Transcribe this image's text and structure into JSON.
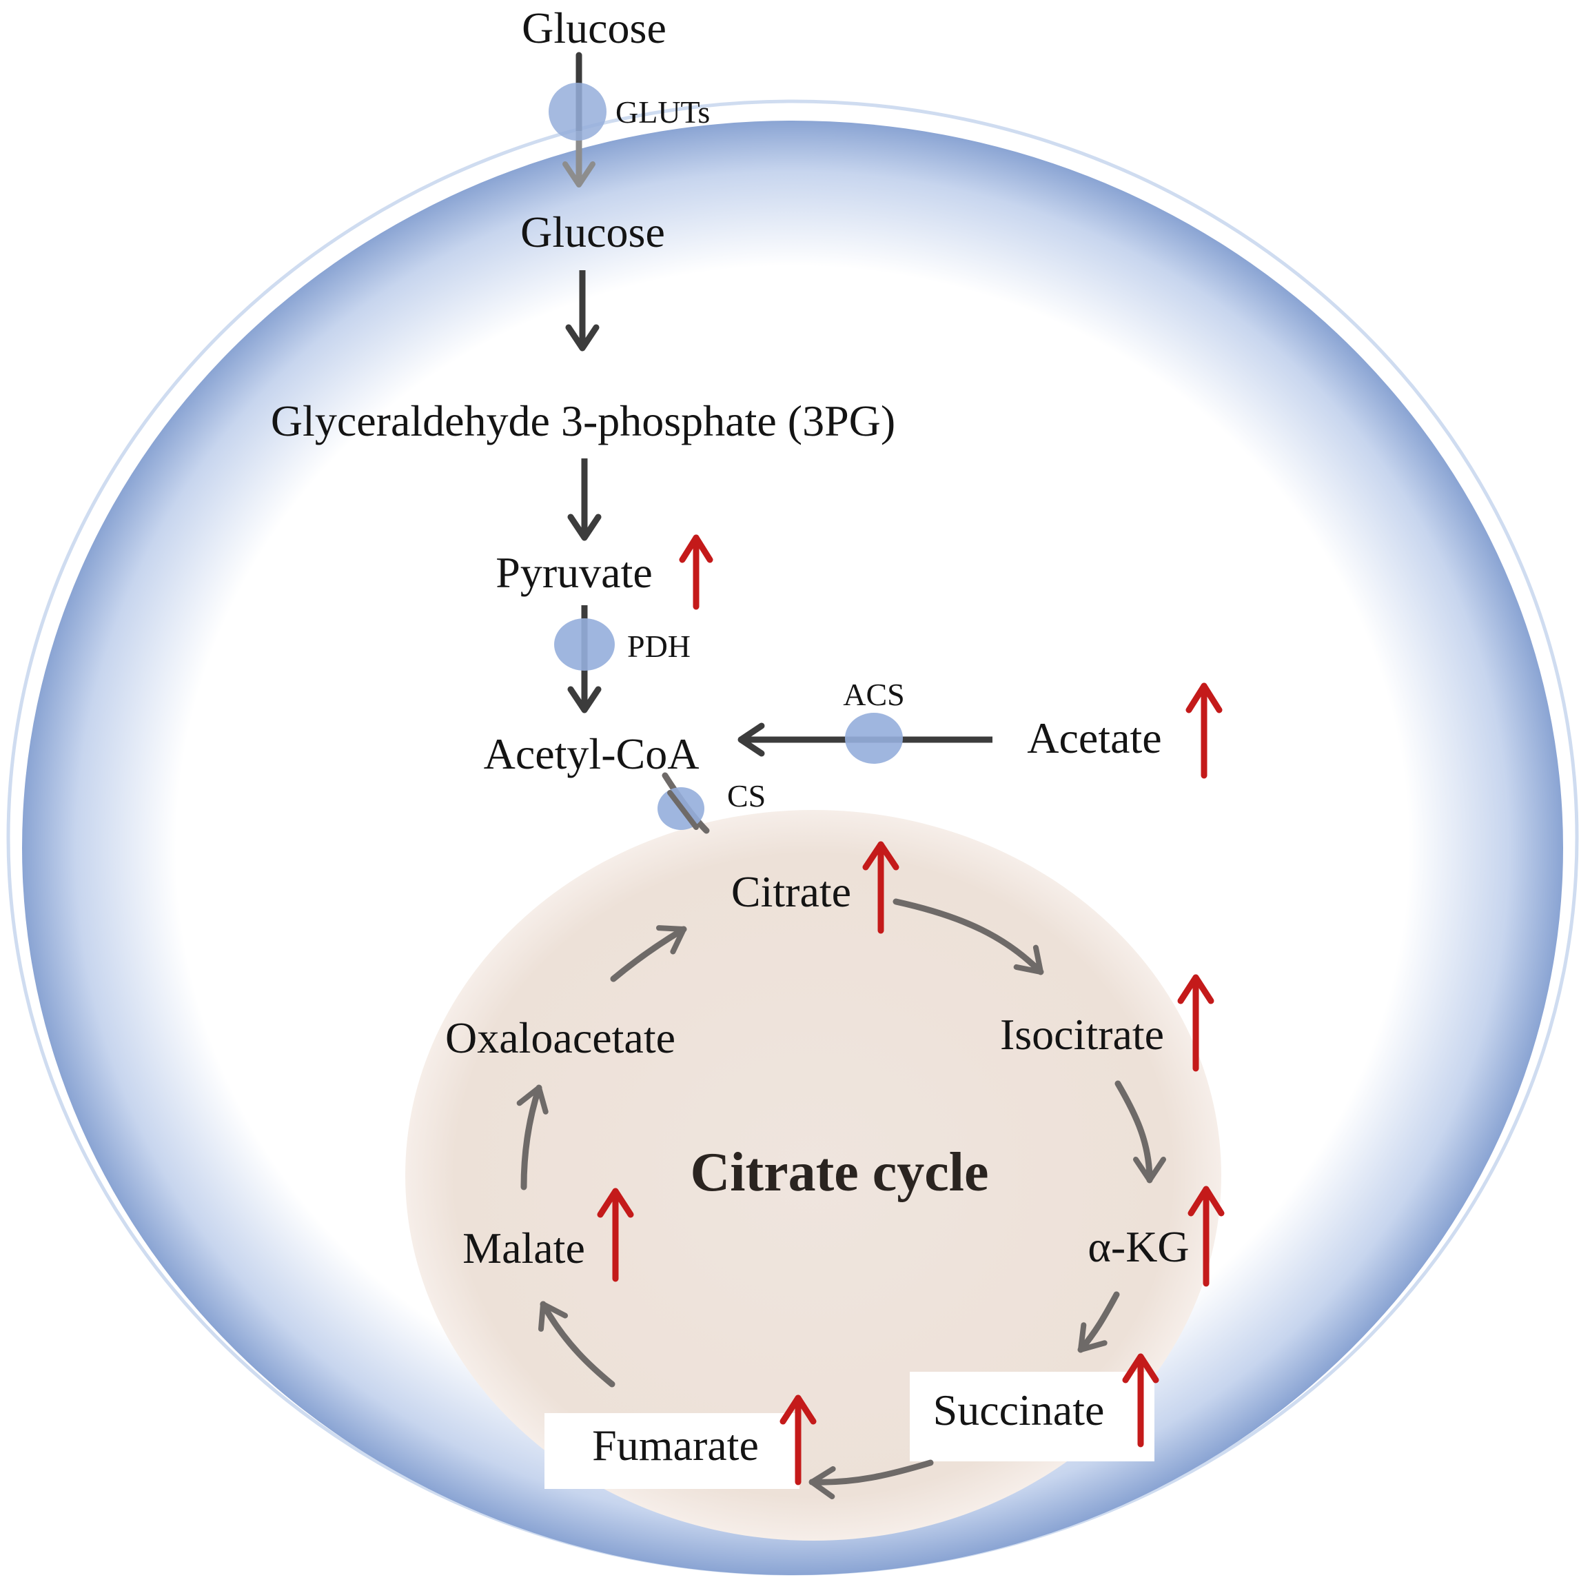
{
  "metabolites": {
    "glucose_ext": "Glucose",
    "glucose_int": "Glucose",
    "g3p": "Glyceraldehyde 3-phosphate (3PG)",
    "pyruvate": "Pyruvate",
    "acetyl_coa": "Acetyl-CoA",
    "acetate": "Acetate"
  },
  "enzymes": {
    "gluts": "GLUTs",
    "pdh": "PDH",
    "acs": "ACS",
    "cs": "CS"
  },
  "cycle": {
    "title": "Citrate cycle",
    "citrate": "Citrate",
    "isocitrate": "Isocitrate",
    "akg": "α-KG",
    "succinate": "Succinate",
    "fumarate": "Fumarate",
    "malate": "Malate",
    "oxaloacetate": "Oxaloacetate"
  },
  "colors": {
    "cell_fill": "#ffffff",
    "cell_edge": "#7f9ccd",
    "cycle_fill": "#eee3dc",
    "enzyme": "#95aedb",
    "arrow_dark": "#3c3c3c",
    "arrow_cycle": "#6e6a68",
    "up_arrow": "#c41a1a"
  }
}
